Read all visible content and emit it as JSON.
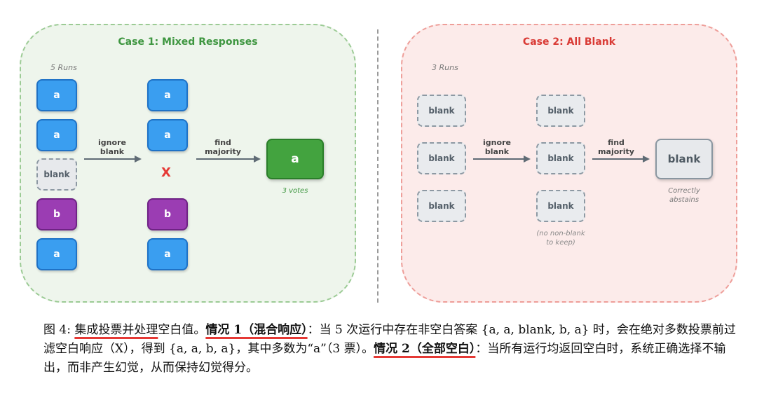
{
  "case1": {
    "title": "Case 1: Mixed Responses",
    "runs_label": "5 Runs",
    "runs": [
      "a",
      "a",
      "blank",
      "b",
      "a"
    ],
    "filtered": [
      "a",
      "a",
      "X",
      "b",
      "a"
    ],
    "arrow1_label_line1": "ignore",
    "arrow1_label_line2": "blank",
    "arrow2_label_line1": "find",
    "arrow2_label_line2": "majority",
    "result": "a",
    "result_note": "3 votes"
  },
  "case2": {
    "title": "Case 2: All Blank",
    "runs_label": "3 Runs",
    "runs": [
      "blank",
      "blank",
      "blank"
    ],
    "filtered": [
      "blank",
      "blank",
      "blank"
    ],
    "arrow1_label_line1": "ignore",
    "arrow1_label_line2": "blank",
    "arrow2_label_line1": "find",
    "arrow2_label_line2": "majority",
    "filtered_note_line1": "(no non-blank",
    "filtered_note_line2": "to keep)",
    "result": "blank",
    "result_note_line1": "Correctly",
    "result_note_line2": "abstains"
  },
  "caption": {
    "fig_label": "图 4: ",
    "underlined_title": "集成投票并处理",
    "title_rest": "空白值。",
    "case1_heading": "情况 1（混合响应）",
    "case1_text": "：当 5 次运行中存在非空白答案 {a, a, blank, b, a} 时，会在绝对多数投票前过滤空白响应（X），得到 {a, a, b, a}，其中多数为“a”（3 票）。",
    "case2_heading": "情况 2（全部空白）",
    "case2_text": "：当所有运行均返回空白时，系统正确选择不输出，而非产生幻觉，从而保持幻觉得分。"
  },
  "colors": {
    "case1_accent": "#3e9640",
    "case2_accent": "#d93a35",
    "answer_a": "#3a9ef0",
    "answer_b": "#9b3db3",
    "result_green": "#43a33f",
    "underline_red": "#e53935"
  }
}
